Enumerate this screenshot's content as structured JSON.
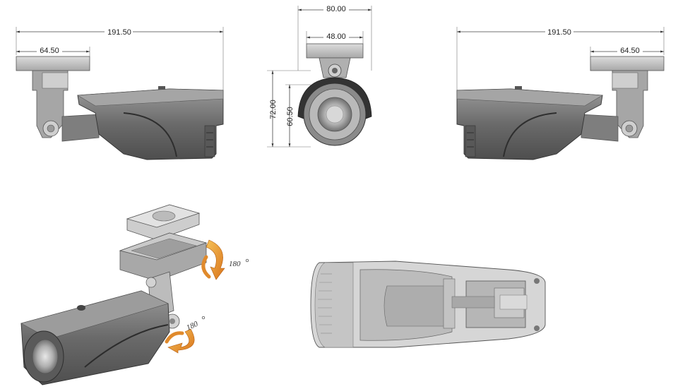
{
  "dimensions": {
    "side_left_total": "191.50",
    "side_left_mount": "64.50",
    "front_width": "80.00",
    "front_mount": "48.00",
    "front_height": "72.00",
    "front_lens_height": "60.50",
    "side_right_total": "191.50",
    "side_right_mount": "64.50"
  },
  "rotation": {
    "mount_angle": "180",
    "bracket_angle": "180"
  },
  "colors": {
    "body_dark": "#6e6e6e",
    "body_light": "#b4b4b4",
    "mount": "#c8c8c8",
    "arrow_orange": "#f2a33a",
    "arrow_dark": "#d9731a"
  },
  "views": [
    "side-left",
    "front",
    "side-right",
    "isometric",
    "bottom"
  ]
}
